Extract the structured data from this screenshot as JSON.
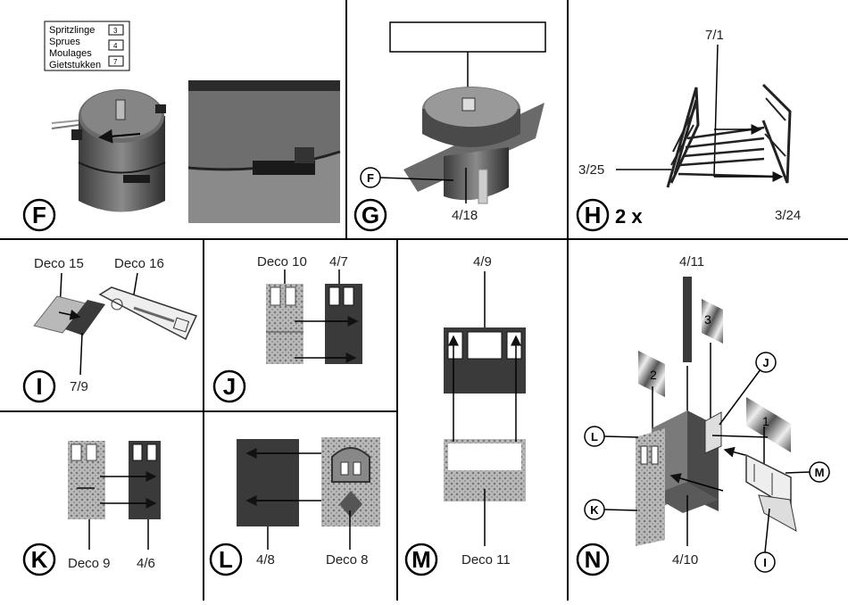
{
  "legend": {
    "names": [
      "Spritzlinge",
      "Sprues",
      "Moulages",
      "Gietstukken"
    ],
    "numbers": [
      "3",
      "4",
      "7"
    ]
  },
  "panels": {
    "F": {
      "step": "F"
    },
    "G": {
      "step": "G",
      "part_label": "4/18",
      "ref_circle": "F"
    },
    "H": {
      "step": "H",
      "multiplier": "2 x",
      "part_top": "7/1",
      "part_left": "3/25",
      "part_right": "3/24"
    },
    "I": {
      "step": "I",
      "deco_a": "Deco 15",
      "deco_b": "Deco 16",
      "part": "7/9"
    },
    "J": {
      "step": "J",
      "deco": "Deco 10",
      "part": "4/7"
    },
    "K": {
      "step": "K",
      "deco": "Deco 9",
      "part": "4/6"
    },
    "L": {
      "step": "L",
      "part": "4/8",
      "deco": "Deco 8"
    },
    "M": {
      "step": "M",
      "part": "4/9",
      "deco": "Deco 11"
    },
    "N": {
      "step": "N",
      "part_top": "4/11",
      "part_bottom": "4/10",
      "deco_markers": [
        "1",
        "2",
        "3"
      ],
      "callouts": [
        "J",
        "L",
        "M",
        "K",
        "I"
      ]
    }
  },
  "colors": {
    "ink": "#111111",
    "dark_part": "#3a3a3a",
    "mid_part": "#7a7a7a",
    "light_part": "#c8c8c8"
  }
}
